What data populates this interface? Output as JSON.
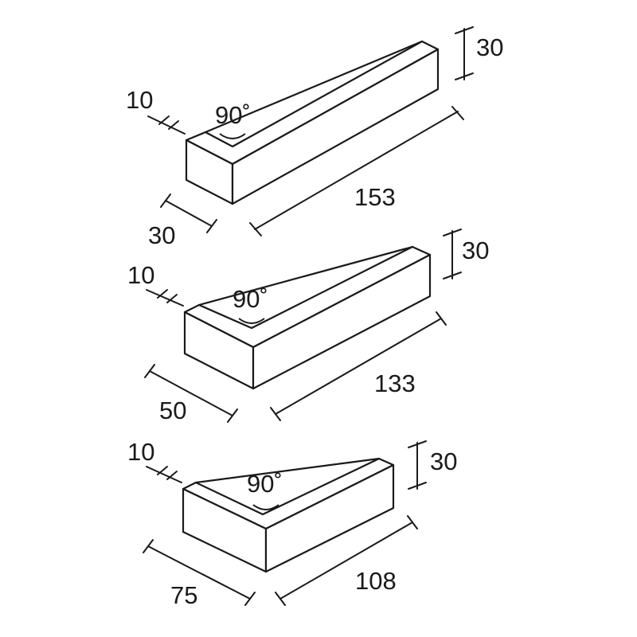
{
  "diagram": {
    "pieces": [
      {
        "length": "153",
        "return_length": "30",
        "height": "30",
        "thickness": "10",
        "angle": "90˚"
      },
      {
        "length": "133",
        "return_length": "50",
        "height": "30",
        "thickness": "10",
        "angle": "90˚"
      },
      {
        "length": "108",
        "return_length": "75",
        "height": "30",
        "thickness": "10",
        "angle": "90˚"
      }
    ]
  }
}
